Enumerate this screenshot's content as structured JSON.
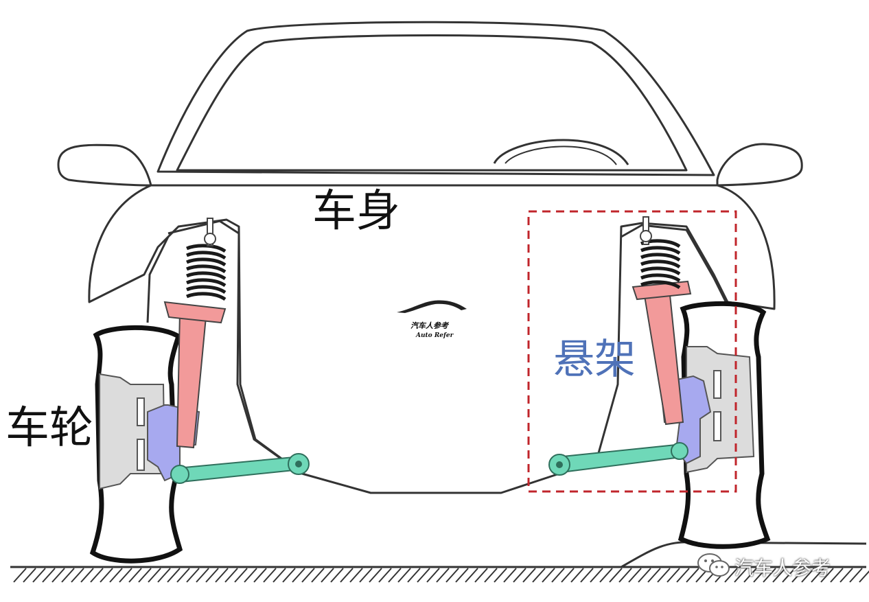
{
  "labels": {
    "body": "车身",
    "wheel": "车轮",
    "suspension": "悬架"
  },
  "logo": {
    "name": "汽车人参考",
    "subtitle": "Auto Refer"
  },
  "watermark": {
    "text": "汽车人参考",
    "icon": "wechat-icon"
  },
  "colors": {
    "outline": "#333333",
    "spring_coil": "#1a1a1a",
    "strut": "#f29a9a",
    "knuckle": "#a7a9ef",
    "control_arm": "#6fd8b8",
    "rim": "#d8d8d8",
    "suspension_box": "#c0252b",
    "suspension_label": "#4f72b8"
  }
}
